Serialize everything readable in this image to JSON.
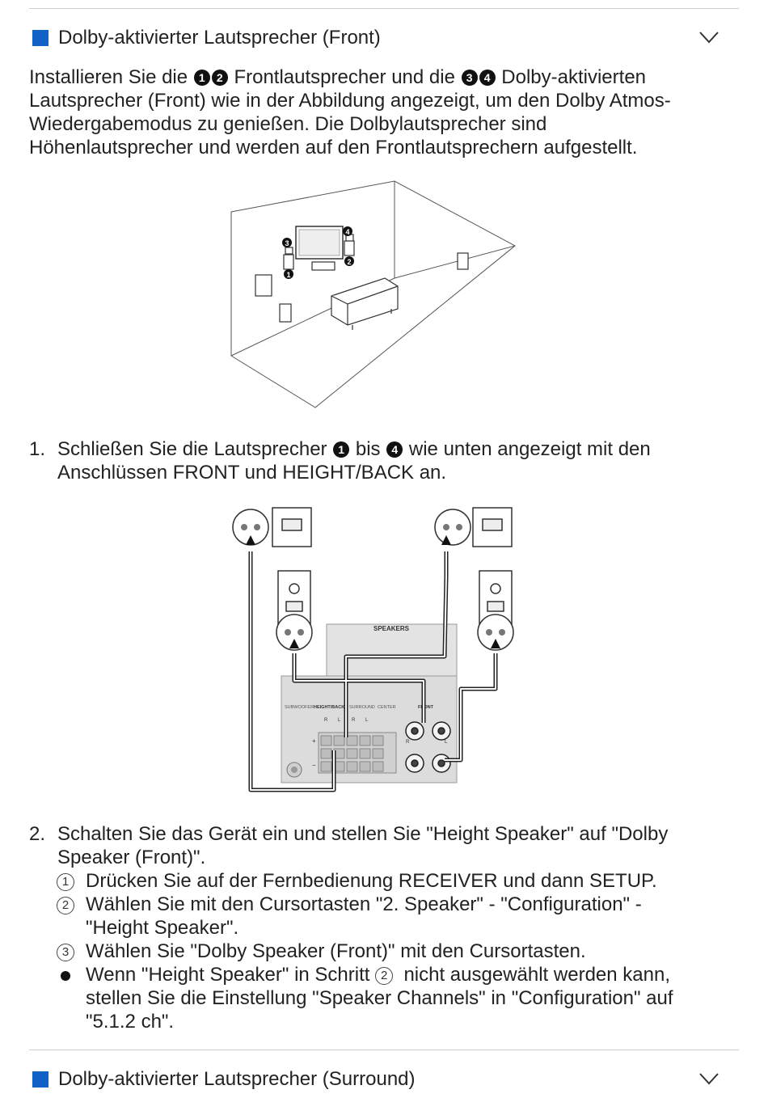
{
  "sections": {
    "front": {
      "title": "Dolby-aktivierter Lautsprecher (Front)",
      "intro": {
        "p1": "Installieren Sie die ",
        "n1": "1",
        "n2": "2",
        "p2": " Frontlautsprecher und die ",
        "n3": "3",
        "n4": "4",
        "p3": " Dolby-aktivierten",
        "line2": "Lautsprecher (Front) wie in der Abbildung angezeigt, um den Dolby Atmos-",
        "line3": "Wiedergabemodus zu genießen. Die Dolbylautsprecher sind",
        "line4": "Höhenlautsprecher und werden auf den Frontlautsprechern aufgestellt."
      }
    },
    "surround": {
      "title": "Dolby-aktivierter Lautsprecher (Surround)"
    }
  },
  "room_diagram": {
    "labels": [
      "1",
      "2",
      "3",
      "4"
    ]
  },
  "steps": [
    {
      "number": "1.",
      "a": "Schließen Sie die Lautsprecher ",
      "from": "1",
      "b": " bis ",
      "to": "4",
      "c": " wie unten angezeigt mit den",
      "line2": "Anschlüssen FRONT und HEIGHT/BACK an."
    },
    {
      "number": "2.",
      "line1": "Schalten Sie das Gerät ein und stellen Sie \"Height Speaker\" auf \"Dolby",
      "line2": "Speaker (Front)\"."
    }
  ],
  "substeps": [
    {
      "marker": "1",
      "text": "Drücken Sie auf der Fernbedienung RECEIVER und dann SETUP."
    },
    {
      "marker": "2",
      "line1": "Wählen Sie mit den Cursortasten \"2. Speaker\" - \"Configuration\" -",
      "line2": "\"Height Speaker\"."
    },
    {
      "marker": "3",
      "text": "Wählen Sie \"Dolby Speaker (Front)\" mit den Cursortasten."
    }
  ],
  "note": {
    "a": "Wenn \"Height Speaker\" in Schritt ",
    "ref": "2",
    "b": "  nicht ausgewählt werden kann,",
    "line2": "stellen Sie die Einstellung \"Speaker Channels\" in \"Configuration\" auf",
    "line3": "\"5.1.2 ch\"."
  },
  "wiring_diagram": {
    "speakers_label": "SPEAKERS",
    "terminal_labels": [
      "SUBWOOFER",
      "HEIGHT/BACK",
      "SURROUND",
      "CENTER",
      "FRONT"
    ],
    "channel_letters": [
      "R",
      "L",
      "R",
      "L",
      "R",
      "L"
    ],
    "polarity": [
      "+",
      "−"
    ]
  },
  "colors": {
    "accent": "#1062c6"
  }
}
